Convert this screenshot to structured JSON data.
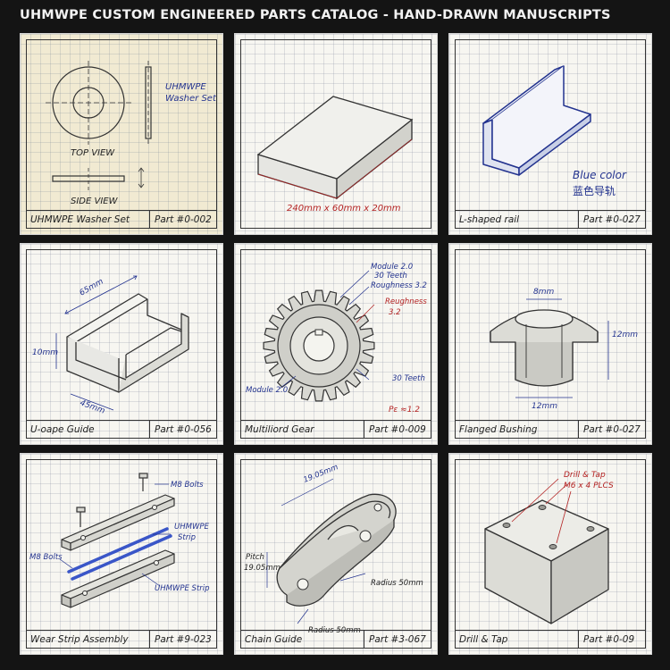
{
  "title": "UHMWPE CUSTOM ENGINEERED PARTS CATALOG - HAND-DRAWN MANUSCRIPTS",
  "colors": {
    "background": "#141414",
    "paper": "#f7f6f1",
    "ink_blue": "#23338f",
    "ink_red": "#b42222"
  },
  "cards": [
    {
      "name": "UHMWPE Washer Set",
      "part": "Part #0-002",
      "labels": [
        "UHMWPE",
        "Washer Set",
        "TOP VIEW",
        "SIDE VIEW"
      ]
    },
    {
      "name": "",
      "part": "",
      "labels": [
        "240mm x 60mm x 20mm"
      ]
    },
    {
      "name": "L-shaped rail",
      "part": "Part #0-027",
      "labels": [
        "Blue color",
        "蓝色导轨"
      ]
    },
    {
      "name": "U-oape Guide",
      "part": "Part #0-056",
      "labels": [
        "65mm",
        "10mm",
        "45mm"
      ]
    },
    {
      "name": "Multiliord Gear",
      "part": "Part #0-009",
      "labels": [
        "Module 2.0",
        "30 Teeth",
        "Roughness 3.2",
        "Reughness",
        "3.2",
        "Module 2.0",
        "30 Teeth",
        "Pε ≈1.2"
      ]
    },
    {
      "name": "Flanged Bushing",
      "part": "Part #0-027",
      "labels": [
        "8mm",
        "12mm",
        "12mm"
      ]
    },
    {
      "name": "Wear Strip Assembly",
      "part": "Part #9-023",
      "labels": [
        "M8 Bolts",
        "UHMWPE",
        "Strip",
        "M8 Bolts",
        "UHMWPE Strip"
      ]
    },
    {
      "name": "Chain Guide",
      "part": "Part #3-067",
      "labels": [
        "19.05mm",
        "Pitch",
        "19.05mm",
        "Radius 50mm",
        "Radius 50mm"
      ]
    },
    {
      "name": "Drill & Tap",
      "part": "Part #0-09",
      "labels": [
        "Drill & Tap",
        "M6 x 4 PLCS"
      ]
    }
  ]
}
